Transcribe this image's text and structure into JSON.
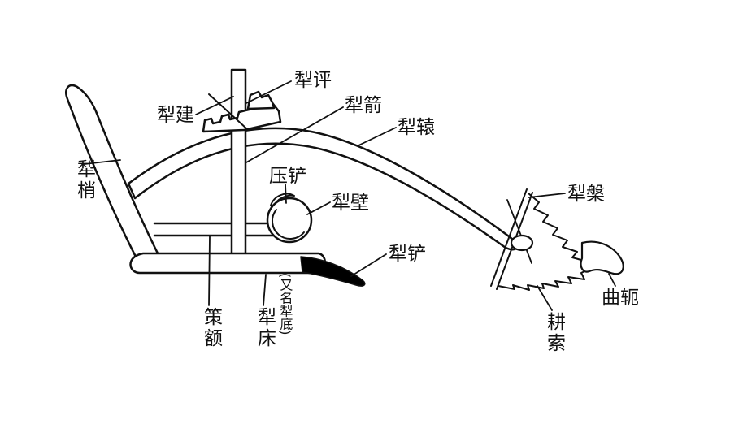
{
  "diagram": {
    "subject": "traditional curved-beam plow schematic",
    "colors": {
      "line": "#111111",
      "background": "#ffffff",
      "blade_fill": "#000000"
    },
    "labels": {
      "adjusting_lever": "犁评",
      "adjusting_pin": "犁建",
      "plow_arrow": "犁箭",
      "plow_beam": "犁辕",
      "plow_handle": "犁梢",
      "press_shovel": "压铲",
      "moldboard": "犁壁",
      "plowshare": "犁铲",
      "strut": "策额",
      "plow_sole": "犁床",
      "plow_sole_alt": "(又名犁底)",
      "plow_disc": "犁槃",
      "tow_rope": "耕索",
      "curved_yoke": "曲轭"
    }
  }
}
